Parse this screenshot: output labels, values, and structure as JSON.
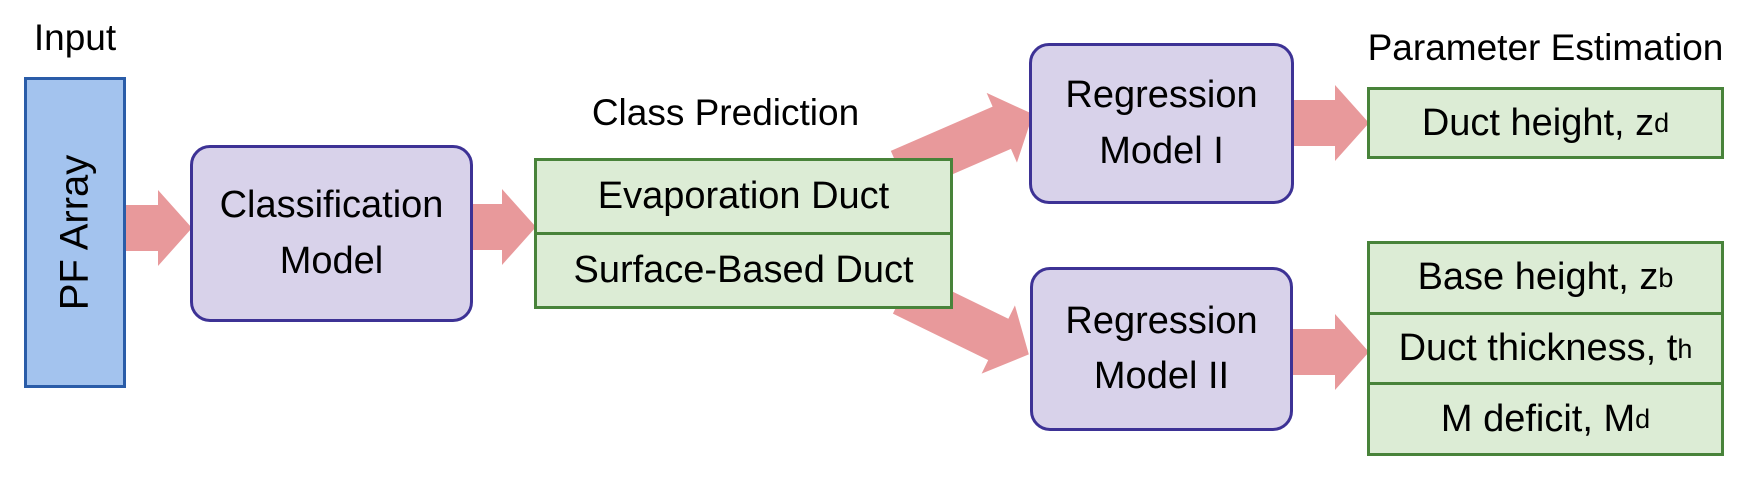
{
  "colors": {
    "blue-fill": "#a3c3ee",
    "blue-border": "#2a5ca8",
    "purple-fill": "#d8d2ea",
    "purple-border": "#3d3295",
    "green-fill": "#dcecd5",
    "green-border": "#48833a",
    "arrow": "#e8999b",
    "text": "#000000"
  },
  "labels": {
    "input": "Input",
    "class_prediction": "Class Prediction",
    "parameter_estimation": "Parameter Estimation"
  },
  "nodes": {
    "pf_array": "PF Array",
    "classification": "Classification Model",
    "regression_1": "Regression Model I",
    "regression_2": "Regression Model II"
  },
  "class_predictions": [
    "Evaporation Duct",
    "Surface-Based Duct"
  ],
  "outputs": {
    "duct_height": {
      "base": "Duct height, z",
      "sub": "d"
    },
    "base_height": {
      "base": "Base height, z",
      "sub": "b"
    },
    "duct_thickness": {
      "base": "Duct thickness, t",
      "sub": "h"
    },
    "m_deficit": {
      "base": "M deficit, M",
      "sub": "d"
    }
  }
}
